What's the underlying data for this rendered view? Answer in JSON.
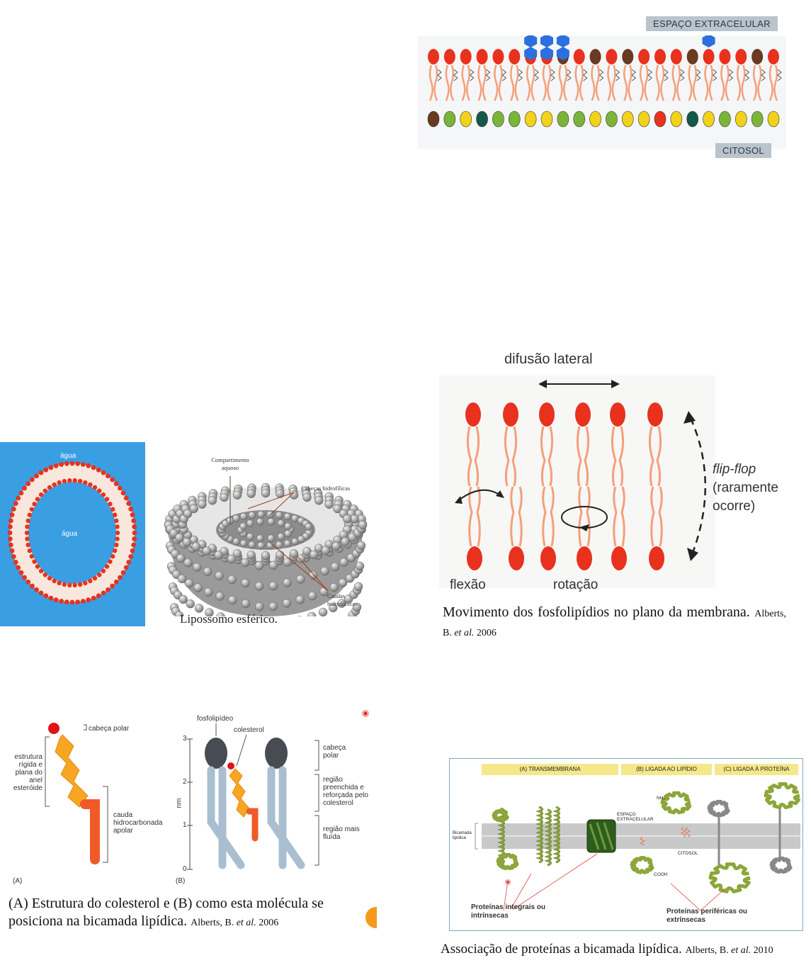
{
  "bilayer": {
    "extracellular_label": "ESPAÇO EXTRACELULAR",
    "cytosol_label": "CITOSOL"
  },
  "liposome": {
    "water_outside": "água",
    "water_inside": "água",
    "aqueous_label": "Compartimento aquoso",
    "heads_label": "Cabeças hidrofílicas",
    "tails_label": "Caudas hidrofóbicas",
    "caption": "Lipossomo esférico."
  },
  "movement": {
    "lateral": "difusão lateral",
    "flipflop": "flip-flop",
    "flipflop_note": "(raramente ocorre)",
    "flexion": "flexão",
    "rotation": "rotação",
    "caption": "Movimento dos fosfolipídios no plano da membrana.",
    "reference_author": "Alberts, B.",
    "reference_etal": "et al.",
    "reference_year": "2006"
  },
  "cholesterol": {
    "polar_head": "cabeça polar",
    "ring": "estrutura rígida e plana do anel esteróide",
    "tail": "cauda hidrocarbonada apolar",
    "panel_a": "(A)",
    "panel_b": "(B)",
    "phospholipid": "fosfolipídeo",
    "cholesterol": "colesterol",
    "axis_unit": "nm",
    "ticks": [
      "0",
      "1",
      "2",
      "3"
    ],
    "head_polar_b": "cabeça polar",
    "filled_region": "região preenchida e reforçada pelo colesterol",
    "fluid_region": "região mais fluída",
    "caption": "(A) Estrutura do colesterol e (B) como esta molécula se posiciona na bicamada lipídica.",
    "reference_author": "Alberts, B.",
    "reference_etal": "et al.",
    "reference_year": "2006"
  },
  "proteins": {
    "header_a": "(A) TRANSMEMBRANA",
    "header_b": "(B) LIGADA AO LIPÍDIO",
    "header_c": "(C) LIGADA À PROTEÍNA",
    "bilayer": "Bicamada lipídica",
    "extracellular": "ESPAÇO EXTRACELULAR",
    "cytosol": "CITOSOL",
    "nh2": "NH₂",
    "cooh": "COOH",
    "integral": "Proteínas integrais ou intrínsecas",
    "peripheral": "Proteínas periféricas ou extrínsecas",
    "caption": "Associação de proteínas a bicamada lipídica.",
    "reference_author": "Alberts, B.",
    "reference_etal": "et al.",
    "reference_year": "2010"
  },
  "colors": {
    "head_red": "#e8321e",
    "tail_orange": "#f4a07a",
    "liposome_blue": "#3a9ee3",
    "protein_green": "#8da63a",
    "membrane_gray": "#c9c9c9",
    "cholesterol_orange": "#f6a623",
    "phospholipid_gray": "#474c52",
    "phospholipid_tail": "#a9bfd1",
    "sugar_blue": "#2b6fe0"
  }
}
